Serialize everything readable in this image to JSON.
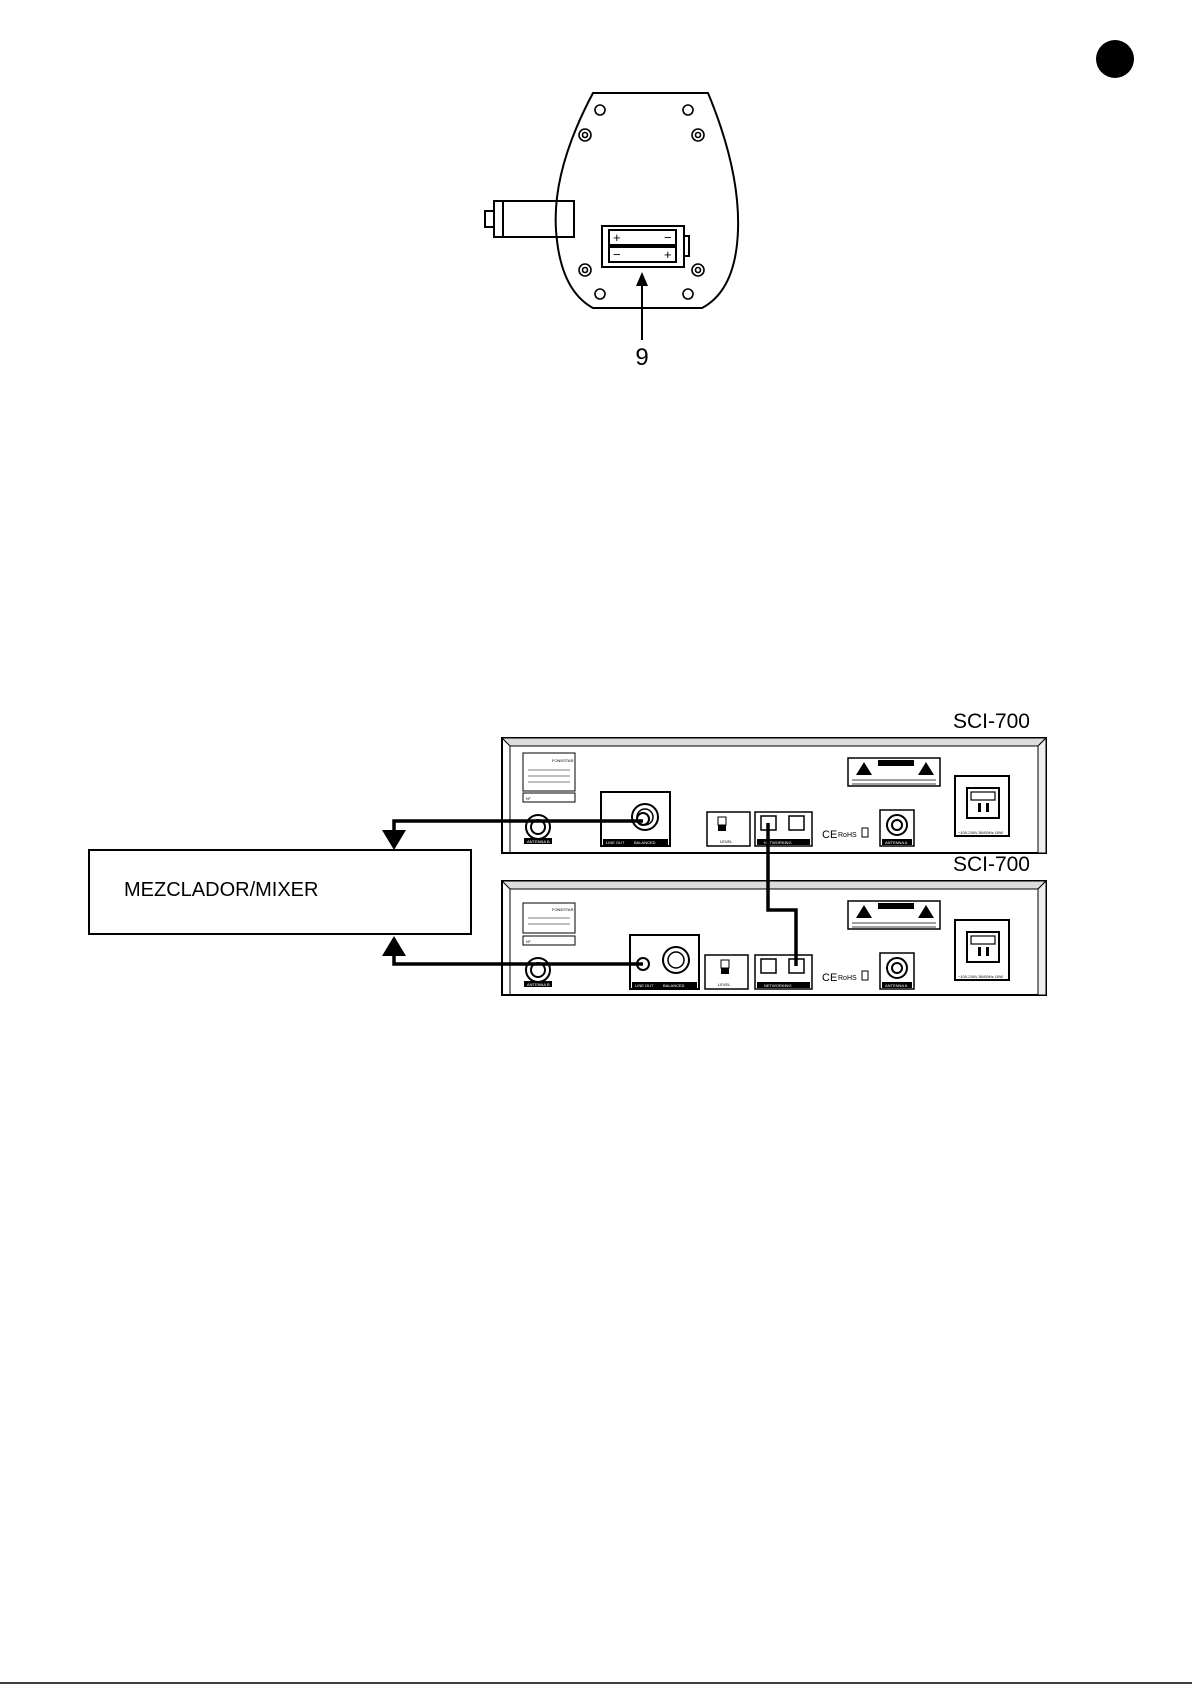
{
  "callout_number": "9",
  "mixer_label": "MEZCLADOR/MIXER",
  "units": [
    {
      "model": "SCI-700",
      "labels": {
        "antenna_b": "ANTENNA B",
        "line_out": "LINE OUT",
        "balanced": "BALANCED",
        "level": "LEVEL",
        "networking": "NETWORKING",
        "antenna_a": "ANTENNA A",
        "power": "~100-240V 50/60Hz 10W",
        "ce": "CE",
        "rohs": "RoHS",
        "brand": "FONESTAR",
        "serial": "Nº"
      }
    },
    {
      "model": "SCI-700",
      "labels": {
        "antenna_b": "ANTENNA B",
        "line_out": "LINE OUT",
        "balanced": "BALANCED",
        "level": "LEVEL",
        "networking": "NETWORKING",
        "antenna_a": "ANTENNA A",
        "power": "~100-240V 50/60Hz 10W",
        "ce": "CE",
        "rohs": "RoHS",
        "brand": "FONESTAR",
        "serial": "Nº"
      }
    }
  ],
  "colors": {
    "ink": "#000000",
    "paper": "#ffffff"
  }
}
